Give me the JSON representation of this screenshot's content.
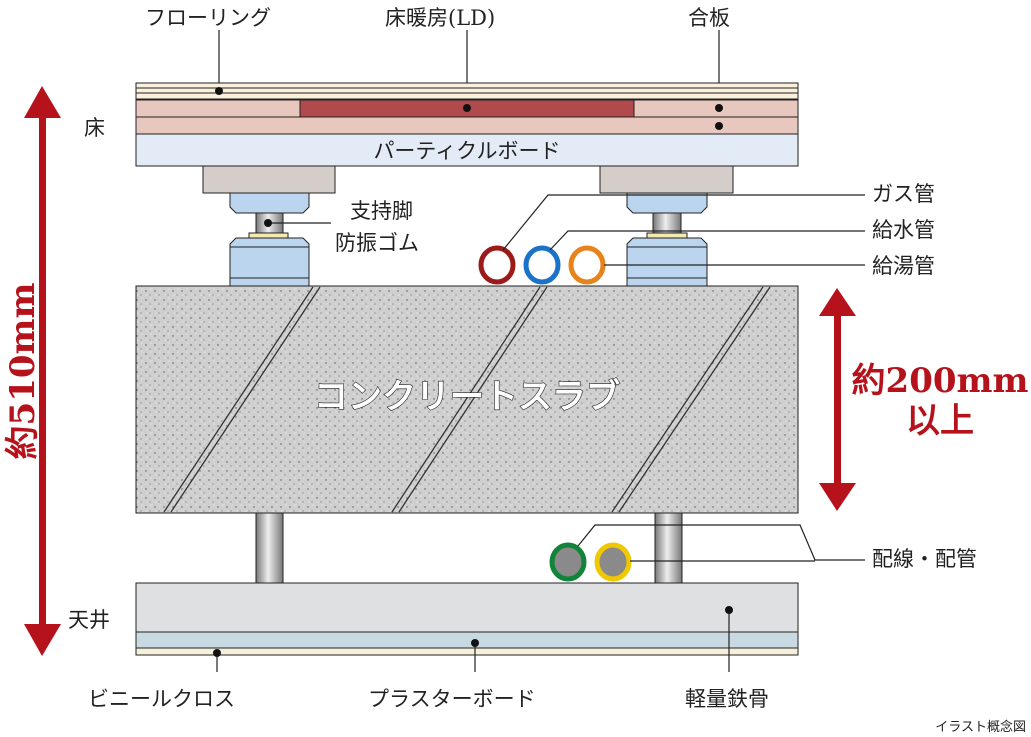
{
  "labels": {
    "flooring": "フローリング",
    "floor_heating": "床暖房(LD)",
    "plywood": "合板",
    "floor": "床",
    "particle_board": "パーティクルボード",
    "support_leg": "支持脚",
    "anti_vibration_rubber": "防振ゴム",
    "gas_pipe": "ガス管",
    "water_supply_pipe": "給水管",
    "hot_water_pipe": "給湯管",
    "concrete_slab": "コンクリートスラブ",
    "slab_thickness": "約200mm",
    "slab_thickness_suffix": "以上",
    "total_height": "約510mm",
    "wiring_piping": "配線・配管",
    "ceiling": "天井",
    "vinyl_cloth": "ビニールクロス",
    "plaster_board": "プラスターボード",
    "light_steel_frame": "軽量鉄骨",
    "caption": "イラスト概念図"
  },
  "colors": {
    "accent_red": "#b5121b",
    "gas_pipe": "#9b1b1b",
    "water_pipe": "#1a73c8",
    "hot_water_pipe": "#e8821a",
    "wiring_green": "#11843a",
    "wiring_yellow": "#f0c800"
  }
}
